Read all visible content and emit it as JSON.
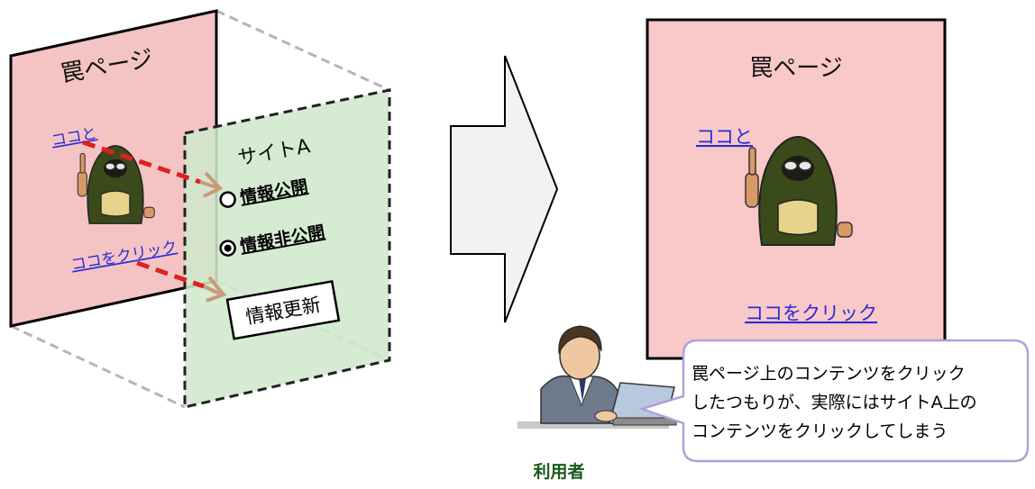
{
  "left_panel": {
    "trap_title": "罠ページ",
    "link_here": "ココと",
    "link_click": "ココをクリック",
    "site_title": "サイトA",
    "radio_public": "情報公開",
    "radio_private": "情報非公開",
    "update_button": "情報更新"
  },
  "right_panel": {
    "trap_title": "罠ページ",
    "link_here": "ココと",
    "link_click": "ココをクリック"
  },
  "speech_bubble": {
    "line1": "罠ページ上のコンテンツをクリック",
    "line2": "したつもりが、実際にはサイトA上の",
    "line3": "コンテンツをクリックしてしまう"
  },
  "user_label": "利用者",
  "colors": {
    "trap_bg": "#f4c4c4",
    "site_bg": "#cfe8cc",
    "link": "#2b2bd6",
    "arrow_red": "#e02020",
    "arrow_tan": "#c99a7a",
    "bubble_border": "#a9a3d9"
  },
  "icons": [
    "hooded-hacker-icon",
    "user-at-laptop-icon",
    "big-right-arrow-icon"
  ]
}
